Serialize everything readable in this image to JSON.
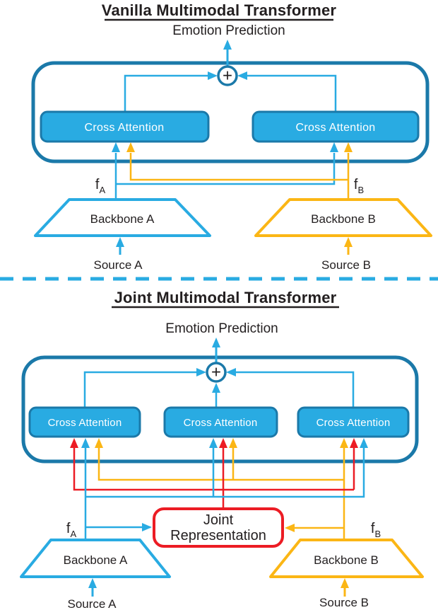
{
  "colors": {
    "light_blue": "#29ABE2",
    "dark_blue": "#1B79A9",
    "yellow": "#FBB615",
    "red": "#EC1C24",
    "text_black": "#231F20",
    "background": "#FFFFFF"
  },
  "vanilla": {
    "title": "Vanilla Multimodal Transformer",
    "prediction_label": "Emotion Prediction",
    "sum_symbol": "+",
    "cross_attention_left": "Cross Attention",
    "cross_attention_right": "Cross Attention",
    "feature_a": {
      "base": "f",
      "sub": "A"
    },
    "feature_b": {
      "base": "f",
      "sub": "B"
    },
    "backbone_a": "Backbone A",
    "backbone_b": "Backbone B",
    "source_a": "Source A",
    "source_b": "Source B"
  },
  "joint": {
    "title": "Joint Multimodal Transformer",
    "prediction_label": "Emotion Prediction",
    "sum_symbol": "+",
    "cross_attention_left": "Cross Attention",
    "cross_attention_middle": "Cross Attention",
    "cross_attention_right": "Cross Attention",
    "joint_representation": {
      "line1": "Joint",
      "line2": "Representation"
    },
    "feature_a": {
      "base": "f",
      "sub": "A"
    },
    "feature_b": {
      "base": "f",
      "sub": "B"
    },
    "backbone_a": "Backbone A",
    "backbone_b": "Backbone B",
    "source_a": "Source A",
    "source_b": "Source B"
  }
}
